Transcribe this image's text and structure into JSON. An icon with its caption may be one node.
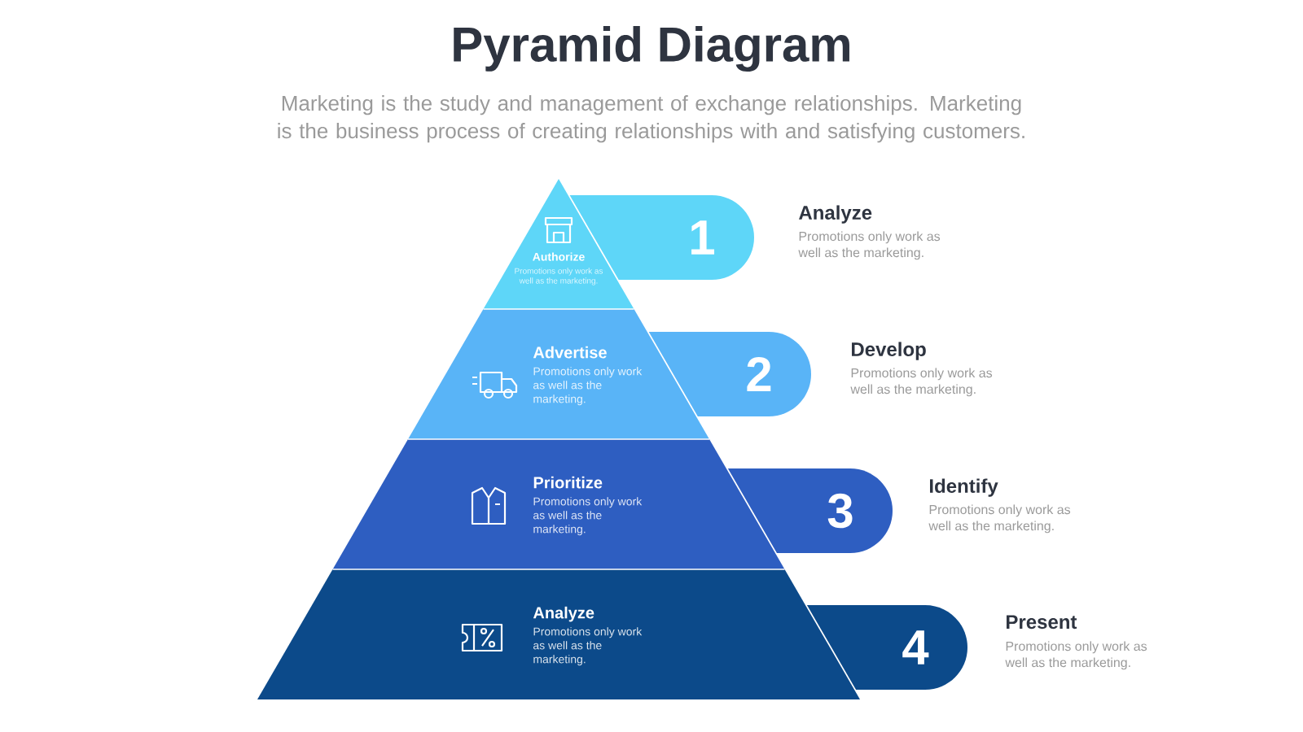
{
  "diagram": {
    "title": "Pyramid Diagram",
    "nodes": [
      {
        "text": [
          "Authorize",
          "Promotions only work as well as the marketing."
        ]
      },
      {
        "text": [
          "Advertise",
          "Promotions only work as well as the marketing."
        ]
      },
      {
        "text": [
          "Prioritize",
          "Promotions only work as well as the marketing."
        ]
      },
      {
        "text": [
          "Analyze",
          "Promotions only work as well as the marketing."
        ]
      },
      {
        "text": [
          "1"
        ],
        "beside": [
          "Analyze",
          "Promotions only work as well as the marketing."
        ]
      },
      {
        "text": [
          "2"
        ],
        "beside": [
          "Develop",
          "Promotions only work as well as the marketing."
        ]
      },
      {
        "text": [
          "3"
        ],
        "beside": [
          "Identify",
          "Promotions only work as well as the marketing."
        ]
      },
      {
        "text": [
          "4"
        ],
        "beside": [
          "Present",
          "Promotions only work as well as the marketing."
        ]
      }
    ],
    "labels": [
      "Marketing is the study and management of exchange relationships. Marketing is the business process of creating relationships with and satisfying customers."
    ]
  }
}
